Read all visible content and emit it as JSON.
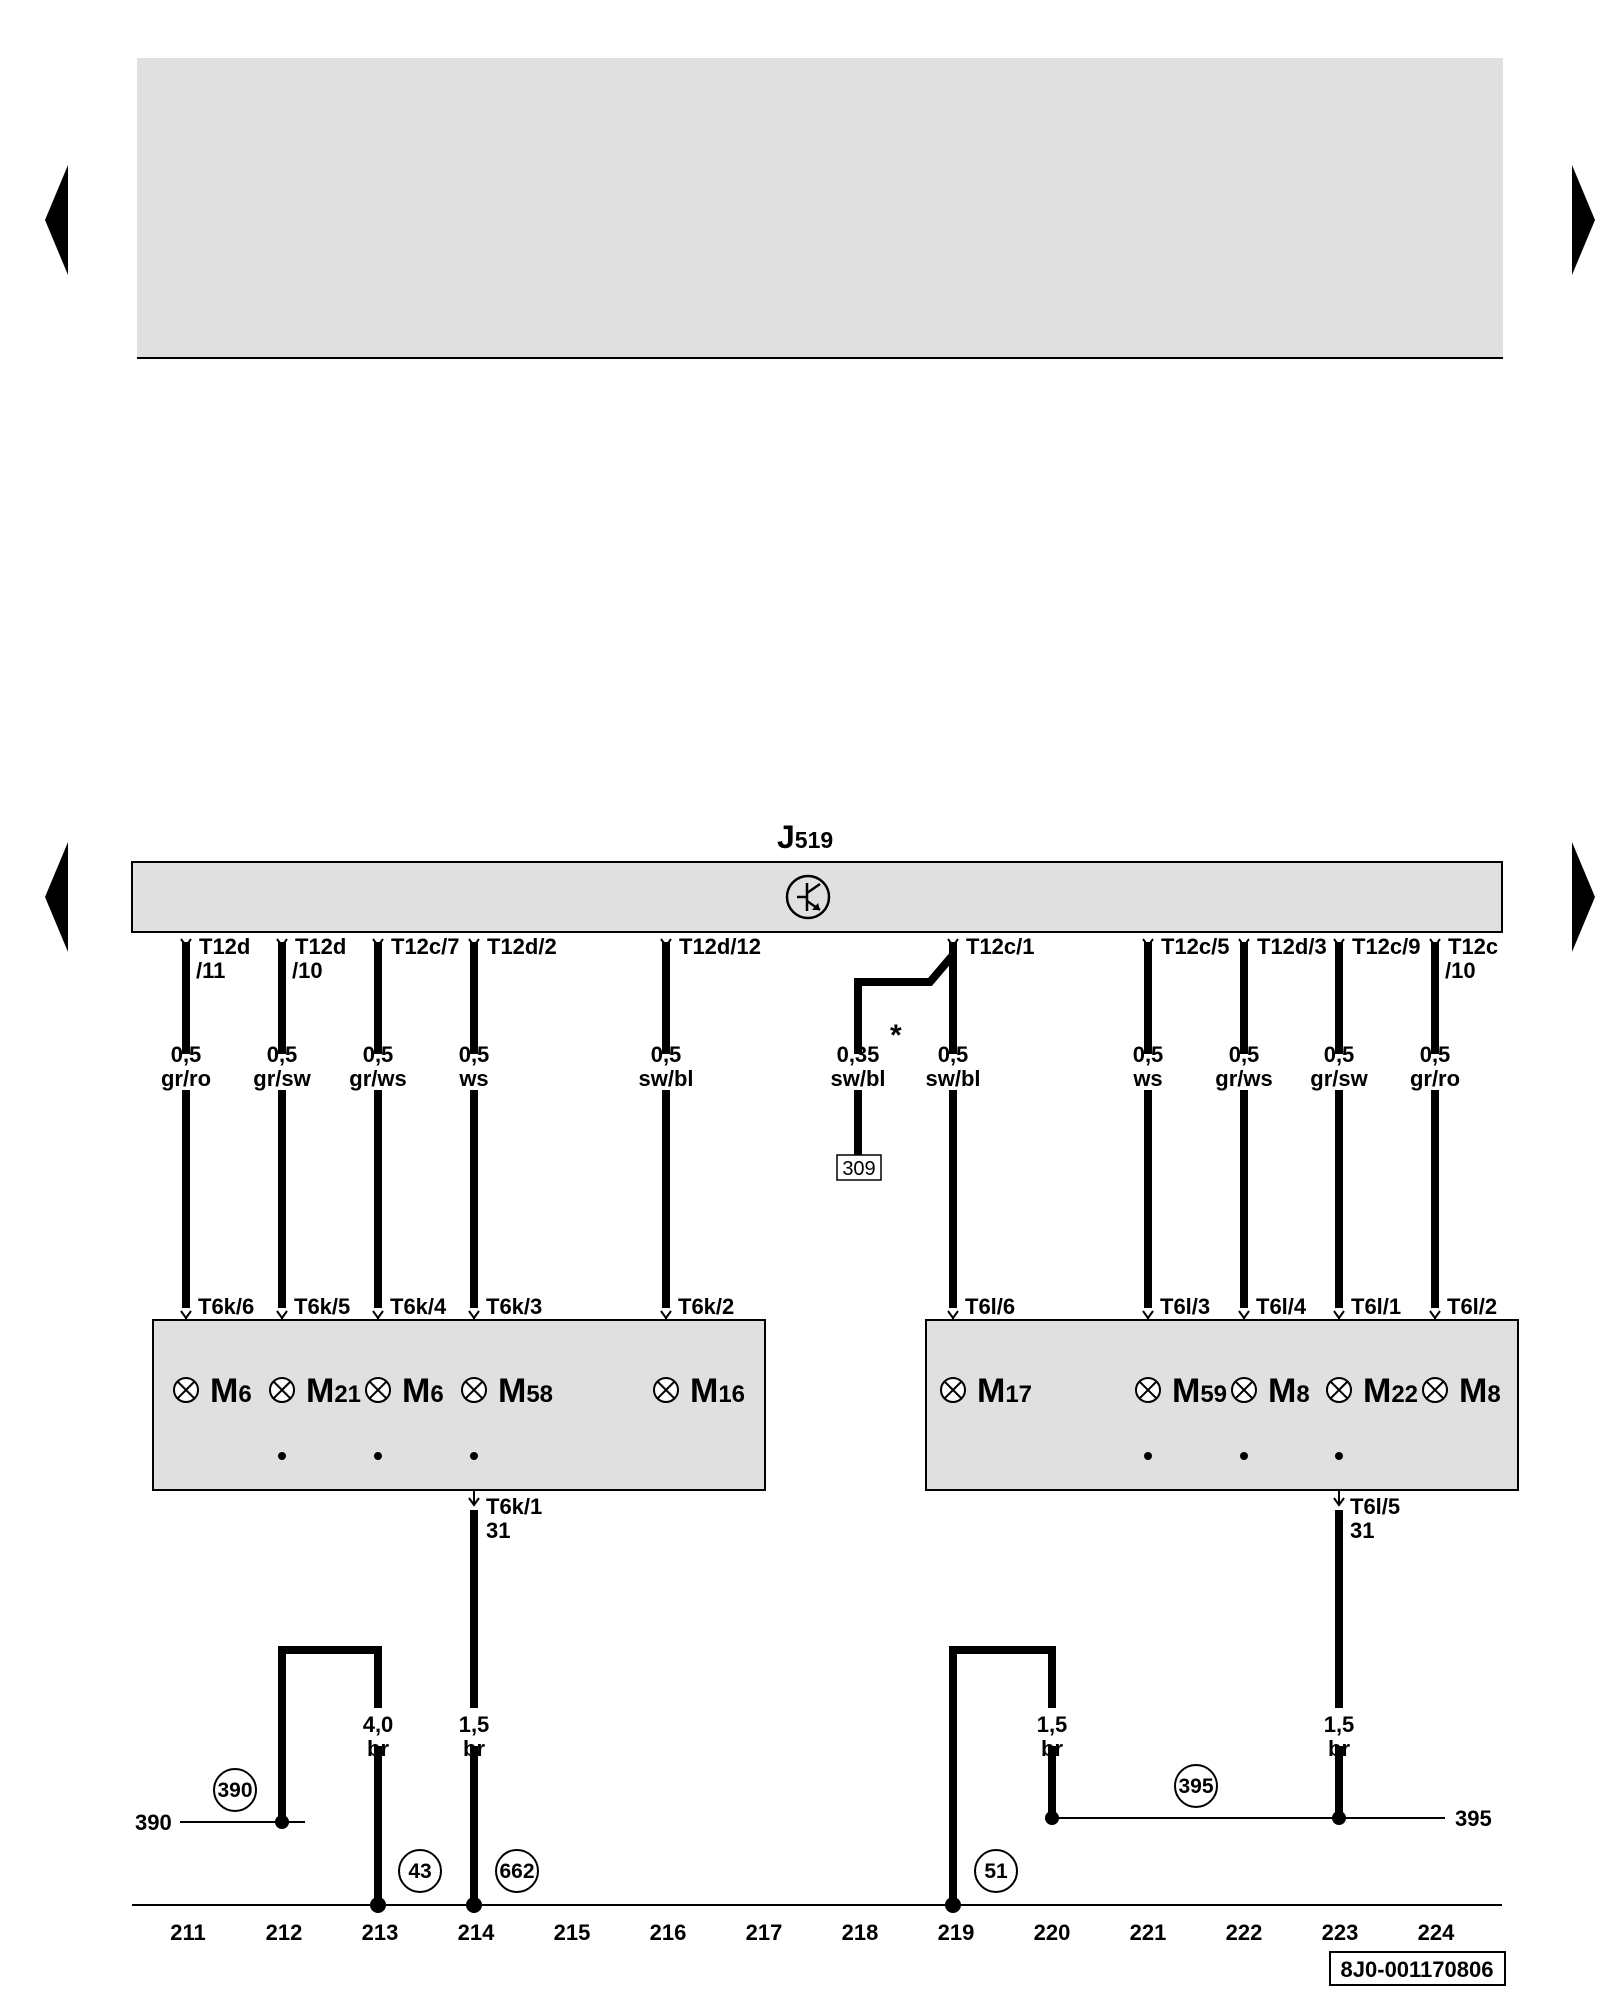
{
  "control_unit": {
    "letter": "J",
    "sub": "519"
  },
  "top_connectors": [
    {
      "id": "T12d",
      "line2": "/11"
    },
    {
      "id": "T12d",
      "line2": "/10"
    },
    {
      "id": "T12c/7",
      "line2": ""
    },
    {
      "id": "T12d/2",
      "line2": ""
    },
    {
      "id": "T12d/12",
      "line2": ""
    },
    {
      "id": "T12c/1",
      "line2": ""
    },
    {
      "id": "T12c/5",
      "line2": ""
    },
    {
      "id": "T12d/3",
      "line2": ""
    },
    {
      "id": "T12c/9",
      "line2": ""
    },
    {
      "id": "T12c",
      "line2": "/10"
    }
  ],
  "wire_labels": [
    {
      "size": "0,5",
      "color": "gr/ro"
    },
    {
      "size": "0,5",
      "color": "gr/sw"
    },
    {
      "size": "0,5",
      "color": "gr/ws"
    },
    {
      "size": "0,5",
      "color": "ws"
    },
    {
      "size": "0,5",
      "color": "sw/bl"
    },
    {
      "size": "0,35",
      "color": "sw/bl"
    },
    {
      "size": "0,5",
      "color": "sw/bl"
    },
    {
      "size": "0,5",
      "color": "ws"
    },
    {
      "size": "0,5",
      "color": "gr/ws"
    },
    {
      "size": "0,5",
      "color": "gr/sw"
    },
    {
      "size": "0,5",
      "color": "gr/ro"
    }
  ],
  "asterisk": "*",
  "ref_box": "309",
  "bulb_connectors": [
    "T6k/6",
    "T6k/5",
    "T6k/4",
    "T6k/3",
    "T6k/2",
    "T6l/6",
    "T6l/3",
    "T6l/4",
    "T6l/1",
    "T6l/2"
  ],
  "bulbs": [
    {
      "letter": "M",
      "sub": "6"
    },
    {
      "letter": "M",
      "sub": "21"
    },
    {
      "letter": "M",
      "sub": "6"
    },
    {
      "letter": "M",
      "sub": "58"
    },
    {
      "letter": "M",
      "sub": "16"
    },
    {
      "letter": "M",
      "sub": "17"
    },
    {
      "letter": "M",
      "sub": "59"
    },
    {
      "letter": "M",
      "sub": "8"
    },
    {
      "letter": "M",
      "sub": "22"
    },
    {
      "letter": "M",
      "sub": "8"
    }
  ],
  "ground_connectors": [
    {
      "id": "T6k/1",
      "line2": "31"
    },
    {
      "id": "T6l/5",
      "line2": "31"
    }
  ],
  "ground_wires": [
    {
      "size": "4,0",
      "color": "br"
    },
    {
      "size": "1,5",
      "color": "br"
    },
    {
      "size": "1,5",
      "color": "br"
    },
    {
      "size": "1,5",
      "color": "br"
    }
  ],
  "ground_points": [
    "390",
    "43",
    "662",
    "51",
    "395"
  ],
  "ground_ends": {
    "left": "390",
    "right": "395"
  },
  "track_numbers": [
    "211",
    "212",
    "213",
    "214",
    "215",
    "216",
    "217",
    "218",
    "219",
    "220",
    "221",
    "222",
    "223",
    "224"
  ],
  "diagram_code": "8J0-001170806"
}
